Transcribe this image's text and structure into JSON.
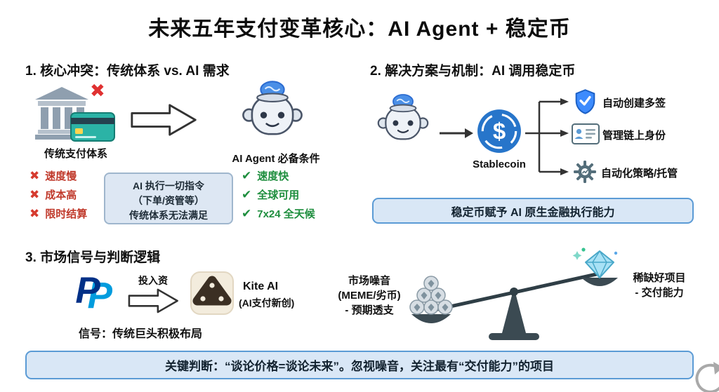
{
  "title": "未来五年支付变革核心：AI Agent + 稳定币",
  "icons": {
    "cross": "✖",
    "check": "✔"
  },
  "colors": {
    "box_fill": "#d9e7f6",
    "box_border": "#5b9bd5",
    "negative": "#c0392b",
    "positive": "#1e8e3e",
    "stablecoin_blue": "#2775ca",
    "paypal_dark": "#003087",
    "paypal_light": "#009cde"
  },
  "section1": {
    "heading": "1. 核心冲突：传统体系 vs. AI 需求",
    "left_label": "传统支付体系",
    "right_label": "AI Agent 必备条件",
    "cons": [
      "速度慢",
      "成本高",
      "限时结算"
    ],
    "center_box": {
      "line1": "AI 执行一切指令",
      "line2": "（下单/资管等）",
      "line3": "传统体系无法满足"
    },
    "pros": [
      "速度快",
      "全球可用",
      "7x24 全天候"
    ]
  },
  "section2": {
    "heading": "2. 解决方案与机制：AI 调用稳定币",
    "coin_label": "Stablecoin",
    "coin_symbol": "$",
    "branches": [
      "自动创建多签",
      "管理链上身份",
      "自动化策略/托管"
    ],
    "summary": "稳定币赋予 AI 原生金融执行能力"
  },
  "section3": {
    "heading": "3. 市场信号与判断逻辑",
    "arrow_label": "投入资",
    "kite_name": "Kite AI",
    "kite_sub": "(AI支付新创)",
    "signal": "信号：传统巨头积极布局",
    "scale_left": {
      "line1": "市场噪音",
      "line2": "(MEME/劣币)",
      "line3": "- 预期透支"
    },
    "scale_right": {
      "line1": "稀缺好项目",
      "line2": "- 交付能力"
    }
  },
  "footer": "关键判断：“谈论价格=谈论未来”。忽视噪音，关注最有“交付能力”的项目"
}
